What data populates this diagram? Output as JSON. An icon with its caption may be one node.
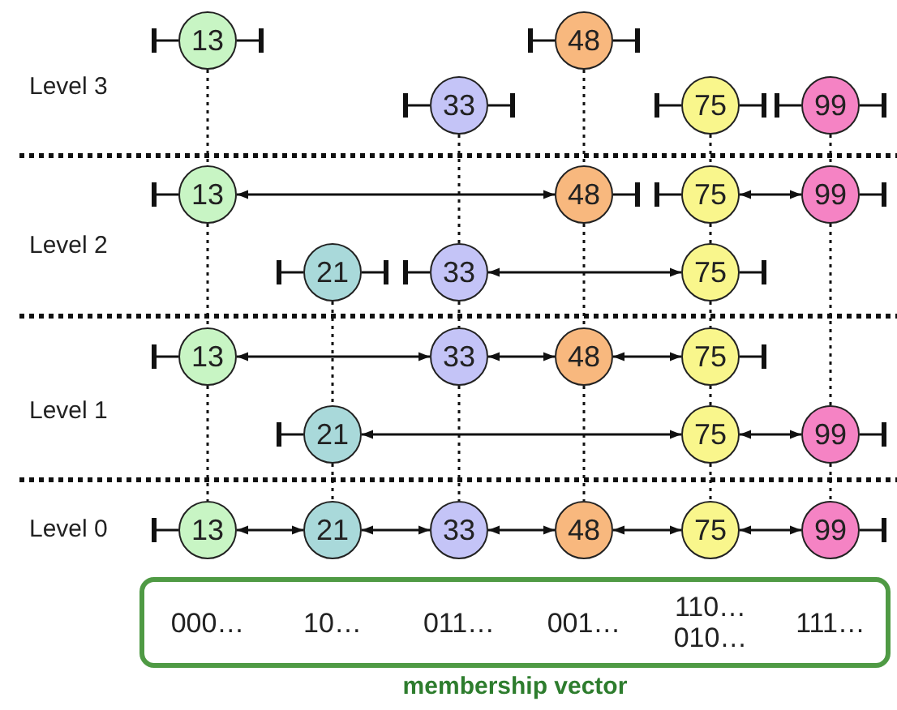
{
  "diagram": {
    "nodes": [
      {
        "text": [
          "13"
        ]
      },
      {
        "text": [
          "48"
        ]
      },
      {
        "text": [
          "33"
        ]
      },
      {
        "text": [
          "75"
        ]
      },
      {
        "text": [
          "99"
        ]
      },
      {
        "text": [
          "13"
        ]
      },
      {
        "text": [
          "48"
        ]
      },
      {
        "text": [
          "75"
        ]
      },
      {
        "text": [
          "99"
        ]
      },
      {
        "text": [
          "21"
        ]
      },
      {
        "text": [
          "33"
        ]
      },
      {
        "text": [
          "75"
        ]
      },
      {
        "text": [
          "13"
        ]
      },
      {
        "text": [
          "33"
        ]
      },
      {
        "text": [
          "48"
        ]
      },
      {
        "text": [
          "75"
        ]
      },
      {
        "text": [
          "21"
        ]
      },
      {
        "text": [
          "75"
        ]
      },
      {
        "text": [
          "99"
        ]
      },
      {
        "text": [
          "13"
        ]
      },
      {
        "text": [
          "21"
        ]
      },
      {
        "text": [
          "33"
        ]
      },
      {
        "text": [
          "48"
        ]
      },
      {
        "text": [
          "75"
        ]
      },
      {
        "text": [
          "99"
        ]
      },
      {
        "text": [
          "000…",
          "10…",
          "011…",
          "001…",
          "110… 010…",
          "111…",
          "membership vector"
        ]
      }
    ],
    "edges": [
      {
        "from": 5,
        "to": 6,
        "arrow": "both"
      },
      {
        "from": 7,
        "to": 8,
        "arrow": "both"
      },
      {
        "from": 10,
        "to": 11,
        "arrow": "both"
      },
      {
        "from": 12,
        "to": 13,
        "arrow": "both"
      },
      {
        "from": 13,
        "to": 14,
        "arrow": "both"
      },
      {
        "from": 14,
        "to": 15,
        "arrow": "both"
      },
      {
        "from": 16,
        "to": 17,
        "arrow": "both"
      },
      {
        "from": 17,
        "to": 18,
        "arrow": "both"
      },
      {
        "from": 19,
        "to": 20,
        "arrow": "both"
      },
      {
        "from": 20,
        "to": 21,
        "arrow": "both"
      },
      {
        "from": 21,
        "to": 22,
        "arrow": "both"
      },
      {
        "from": 22,
        "to": 23,
        "arrow": "both"
      },
      {
        "from": 23,
        "to": 24,
        "arrow": "both"
      },
      {
        "from": 0,
        "to": null,
        "arrow": "other"
      },
      {
        "from": 0,
        "to": null,
        "arrow": "other"
      },
      {
        "from": 1,
        "to": null,
        "arrow": "other"
      },
      {
        "from": 1,
        "to": null,
        "arrow": "other"
      },
      {
        "from": 2,
        "to": null,
        "arrow": "other"
      },
      {
        "from": 2,
        "to": null,
        "arrow": "other"
      },
      {
        "from": 3,
        "to": null,
        "arrow": "other"
      },
      {
        "from": 3,
        "to": null,
        "arrow": "other"
      },
      {
        "from": 4,
        "to": null,
        "arrow": "other"
      },
      {
        "from": 4,
        "to": null,
        "arrow": "other"
      },
      {
        "from": 5,
        "to": null,
        "arrow": "other"
      },
      {
        "from": 6,
        "to": null,
        "arrow": "other"
      },
      {
        "from": 7,
        "to": null,
        "arrow": "other"
      },
      {
        "from": 8,
        "to": null,
        "arrow": "other"
      },
      {
        "from": 9,
        "to": null,
        "arrow": "other"
      },
      {
        "from": 9,
        "to": null,
        "arrow": "other"
      },
      {
        "from": 10,
        "to": null,
        "arrow": "other"
      },
      {
        "from": 11,
        "to": null,
        "arrow": "other"
      },
      {
        "from": 12,
        "to": null,
        "arrow": "other"
      },
      {
        "from": 15,
        "to": null,
        "arrow": "other"
      },
      {
        "from": 16,
        "to": null,
        "arrow": "other"
      },
      {
        "from": 18,
        "to": null,
        "arrow": "other"
      },
      {
        "from": 19,
        "to": null,
        "arrow": "other"
      },
      {
        "from": 24,
        "to": null,
        "arrow": "other"
      },
      {
        "from": 0,
        "to": 5,
        "arrow": "none",
        "style": "dashed"
      },
      {
        "from": 5,
        "to": 12,
        "arrow": "none",
        "style": "dashed"
      },
      {
        "from": 12,
        "to": 19,
        "arrow": "none",
        "style": "dashed"
      },
      {
        "from": 9,
        "to": 16,
        "arrow": "none",
        "style": "dashed"
      },
      {
        "from": 16,
        "to": 20,
        "arrow": "none",
        "style": "dashed"
      },
      {
        "from": 2,
        "to": 10,
        "arrow": "none",
        "style": "dashed"
      },
      {
        "from": 10,
        "to": 13,
        "arrow": "none",
        "style": "dashed"
      },
      {
        "from": 13,
        "to": 21,
        "arrow": "none",
        "style": "dashed"
      },
      {
        "from": 1,
        "to": 6,
        "arrow": "none",
        "style": "dashed"
      },
      {
        "from": 6,
        "to": 14,
        "arrow": "none",
        "style": "dashed"
      },
      {
        "from": 14,
        "to": 22,
        "arrow": "none",
        "style": "dashed"
      },
      {
        "from": 3,
        "to": 7,
        "arrow": "none",
        "style": "dashed"
      },
      {
        "from": 7,
        "to": 11,
        "arrow": "none",
        "style": "dashed"
      },
      {
        "from": 11,
        "to": 15,
        "arrow": "none",
        "style": "dashed"
      },
      {
        "from": 15,
        "to": 17,
        "arrow": "none",
        "style": "dashed"
      },
      {
        "from": 17,
        "to": 23,
        "arrow": "none",
        "style": "dashed"
      },
      {
        "from": 4,
        "to": 8,
        "arrow": "none",
        "style": "dashed"
      },
      {
        "from": 8,
        "to": 18,
        "arrow": "none",
        "style": "dashed"
      },
      {
        "from": 18,
        "to": 24,
        "arrow": "none",
        "style": "dashed"
      }
    ],
    "labels": [
      "Level 3",
      "Level 2",
      "Level 1",
      "Level 0"
    ]
  }
}
